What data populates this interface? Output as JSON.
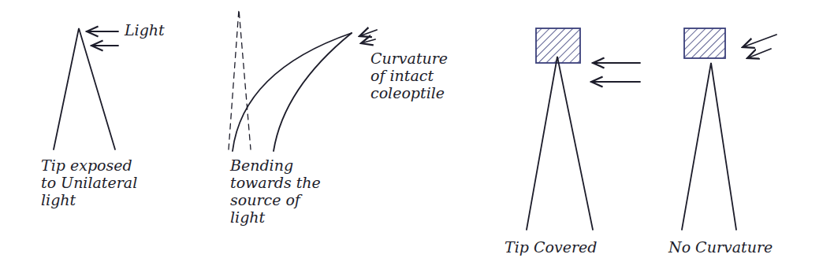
{
  "diagram": {
    "labels": [
      "Light",
      "Tip exposed to Unilateral light",
      "Curvature of intact coleoptile",
      "Bending towards the source of light",
      "Tip Covered",
      "No Curvature"
    ]
  }
}
